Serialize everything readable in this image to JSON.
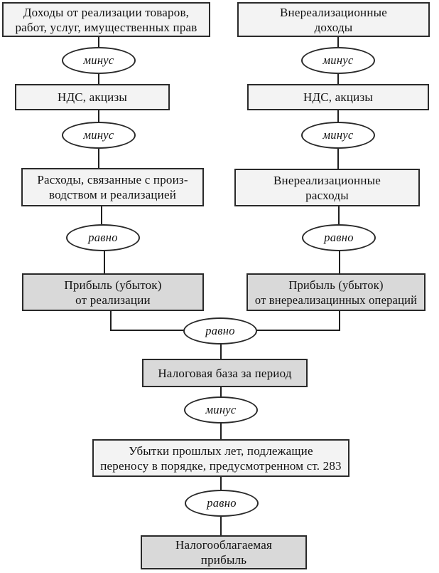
{
  "operators": {
    "minus": "минус",
    "equals": "равно"
  },
  "nodes": {
    "sales_revenue": {
      "line1": "Доходы от реализации товаров,",
      "line2": "работ, услуг, имущественных прав"
    },
    "vat_excise_left": {
      "line1": "НДС, акцизы"
    },
    "production_expenses": {
      "line1": "Расходы, связанные с произ-",
      "line2": "водством и реализацией"
    },
    "sales_profit": {
      "line1": "Прибыль (убыток)",
      "line2": "от реализации"
    },
    "nonsales_income": {
      "line1": "Внереализационные",
      "line2": "доходы"
    },
    "vat_excise_right": {
      "line1": "НДС, акцизы"
    },
    "nonsales_expenses": {
      "line1": "Внереализационные",
      "line2": "расходы"
    },
    "nonsales_profit": {
      "line1": "Прибыль (убыток)",
      "line2": "от внереализацинных операций"
    },
    "tax_base": {
      "line1": "Налоговая база за период"
    },
    "loss_carryforward": {
      "line1": "Убытки прошлых лет, подлежащие",
      "line2": "переносу в порядке, предусмотренном ст. 283"
    },
    "taxable_profit": {
      "line1": "Налогооблагаемая",
      "line2": "прибыль"
    }
  },
  "colors": {
    "box_light": "#f3f3f3",
    "box_shaded": "#d9d9d9",
    "border": "#2a2a2a",
    "line": "#1f1f1f",
    "background": "#ffffff",
    "text": "#111111"
  }
}
